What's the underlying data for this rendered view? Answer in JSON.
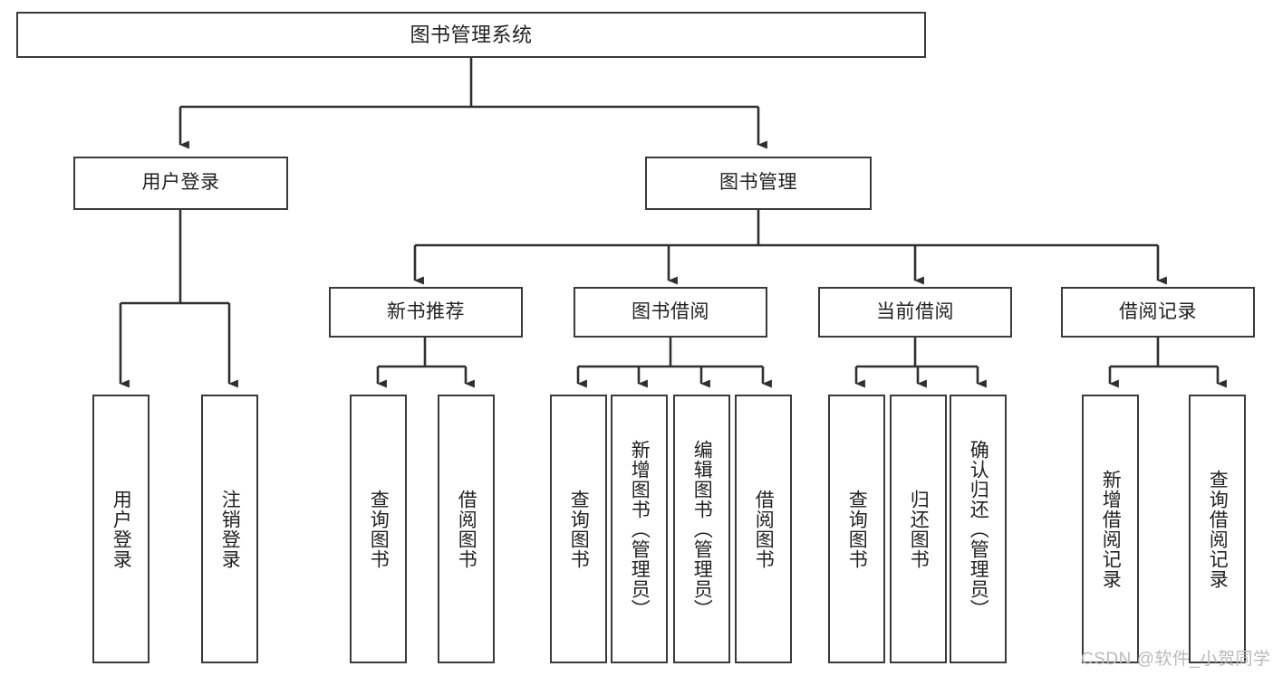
{
  "diagram": {
    "title": "图书管理系统",
    "type": "tree-hierarchy",
    "theme": {
      "background": "#ffffff",
      "box_border": "#3a3a3a",
      "box_fill": "#ffffff",
      "text": "#222222",
      "connector": "#2f2f2f",
      "watermark": "#b9b9b9"
    },
    "root": {
      "label": "图书管理系统"
    },
    "level2": [
      {
        "label": "用户登录"
      },
      {
        "label": "图书管理"
      }
    ],
    "level3": [
      {
        "label": "新书推荐"
      },
      {
        "label": "图书借阅"
      },
      {
        "label": "当前借阅"
      },
      {
        "label": "借阅记录"
      }
    ],
    "leaves": {
      "user_login": [
        {
          "label": "用户登录"
        },
        {
          "label": "注销登录"
        }
      ],
      "new_book_recommend": [
        {
          "label": "查询图书"
        },
        {
          "label": "借阅图书"
        }
      ],
      "book_borrow": [
        {
          "label": "查询图书"
        },
        {
          "label": "新增图书（管理员）"
        },
        {
          "label": "编辑图书（管理员）"
        },
        {
          "label": "借阅图书"
        }
      ],
      "current_borrow": [
        {
          "label": "查询图书"
        },
        {
          "label": "归还图书"
        },
        {
          "label": "确认归还（管理员）"
        }
      ],
      "borrow_record": [
        {
          "label": "新增借阅记录"
        },
        {
          "label": "查询借阅记录"
        }
      ]
    }
  },
  "watermark": {
    "text": "CSDN @软件_小贺同学"
  }
}
